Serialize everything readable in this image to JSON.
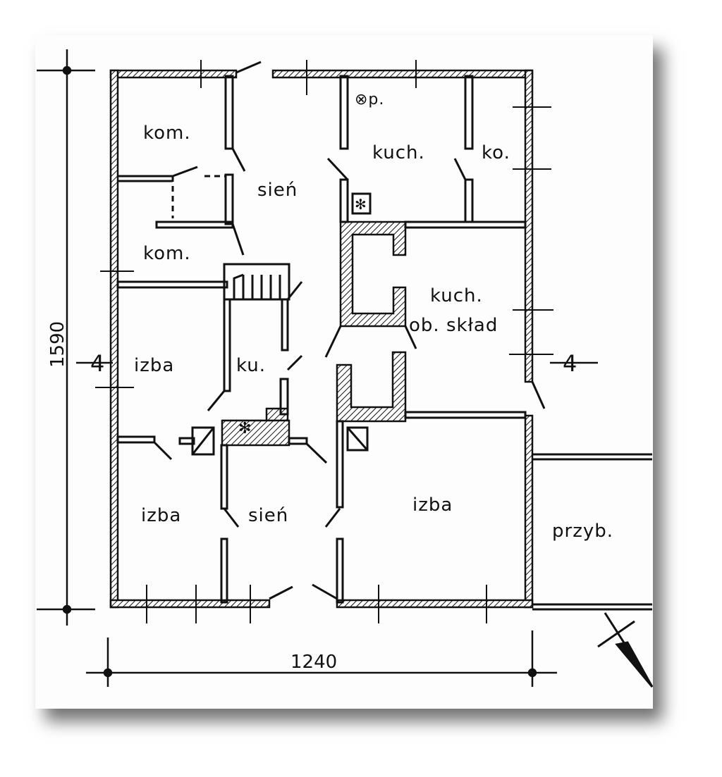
{
  "plan": {
    "rooms": {
      "kom_top": "kom.",
      "kom_bottom": "kom.",
      "sien_top": "sień",
      "kuch": "kuch.",
      "ko": "ko.",
      "op": "⊗p.",
      "kuch_ob_line1": "kuch.",
      "kuch_ob_line2": "ob. skład",
      "izba_left": "izba",
      "ku": "ku.",
      "izba_bottom_left": "izba",
      "sien_bottom": "sień",
      "izba_right": "izba",
      "przyb": "przyb."
    },
    "dimensions": {
      "height": "1590",
      "width": "1240"
    },
    "section_marks": {
      "left": "4",
      "right": "4"
    }
  }
}
